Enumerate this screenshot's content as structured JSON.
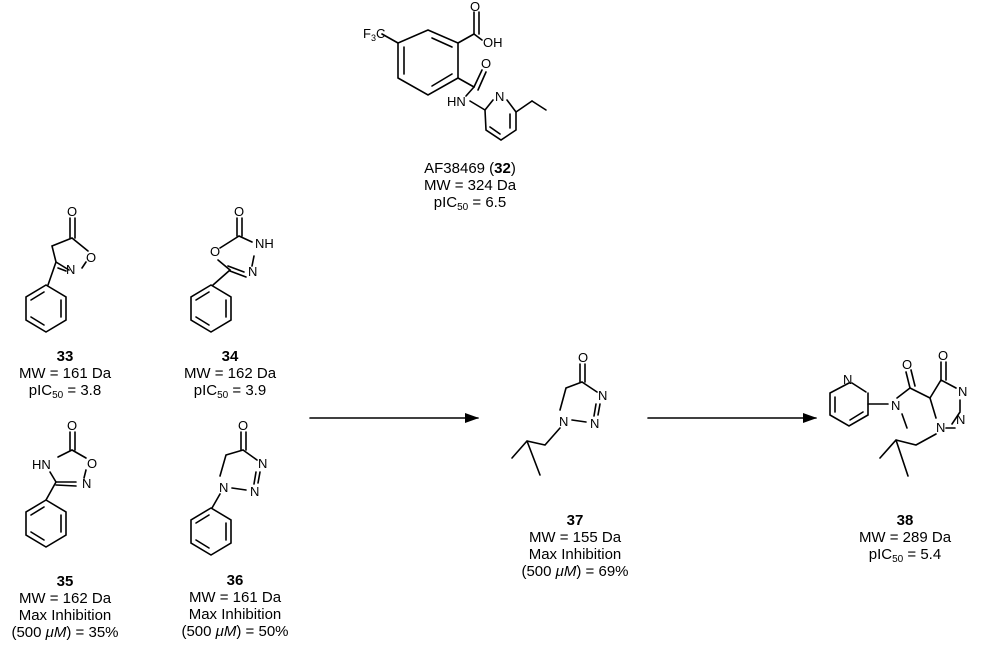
{
  "atoms": {
    "o": "O",
    "oh": "OH",
    "n": "N",
    "hn": "HN",
    "nh": "NH",
    "hnleft": "HN",
    "f3c_main": "F",
    "f3c_sub": "3",
    "f3c_end": "C"
  },
  "compounds": {
    "c32": {
      "name": "AF38469 (",
      "number": "32",
      "close": ")",
      "mw": "MW = 324 Da",
      "p_pre": "pIC",
      "p_sub": "50",
      "p_val": " = 6.5"
    },
    "c33": {
      "number": "33",
      "mw": "MW = 161 Da",
      "p_pre": "pIC",
      "p_sub": "50",
      "p_val": " = 3.8"
    },
    "c34": {
      "number": "34",
      "mw": "MW = 162 Da",
      "p_pre": "pIC",
      "p_sub": "50",
      "p_val": " = 3.9"
    },
    "c35": {
      "number": "35",
      "mw": "MW = 162 Da",
      "inh": "Max Inhibition",
      "conc_open": "(500 ",
      "conc_unit": "μM",
      "conc_val": ") = 35%"
    },
    "c36": {
      "number": "36",
      "mw": "MW = 161 Da",
      "inh": "Max Inhibition",
      "conc_open": "(500 ",
      "conc_unit": "μM",
      "conc_val": ") = 50%"
    },
    "c37": {
      "number": "37",
      "mw": "MW = 155 Da",
      "inh": "Max Inhibition",
      "conc_open": "(500 ",
      "conc_unit": "μM",
      "conc_val": ") = 69%"
    },
    "c38": {
      "number": "38",
      "mw": "MW = 289 Da",
      "p_pre": "pIC",
      "p_sub": "50",
      "p_val": " = 5.4"
    }
  }
}
